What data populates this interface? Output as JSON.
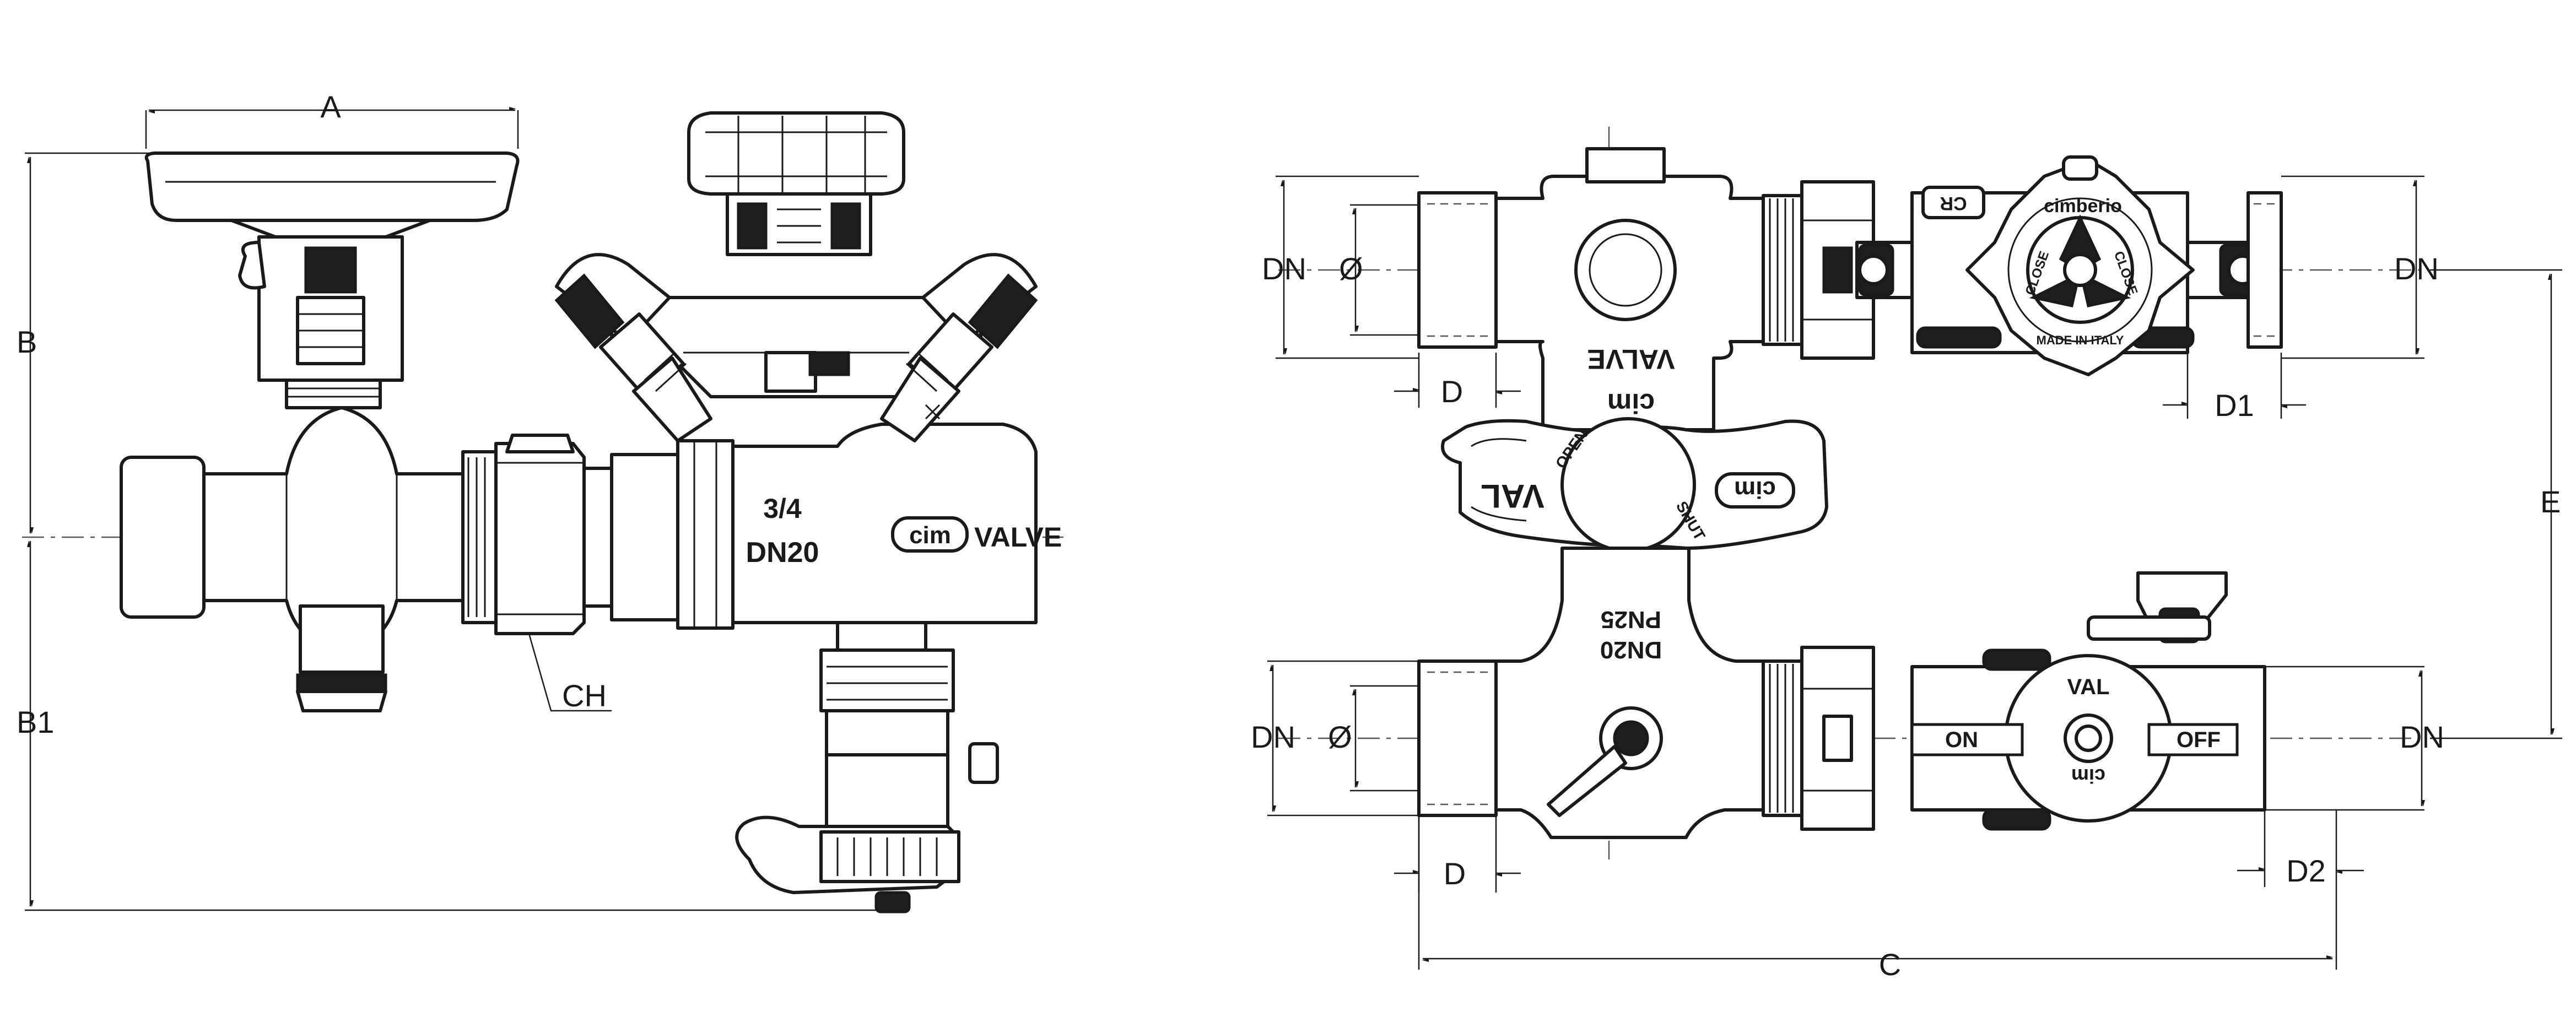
{
  "dimensions": {
    "A": "A",
    "B": "B",
    "B1": "B1",
    "CH": "CH",
    "C": "C",
    "E": "E",
    "DN": "DN",
    "O": "Ø",
    "D": "D",
    "D1": "D1",
    "D2": "D2"
  },
  "markings": {
    "size_inch": "3/4",
    "size_dn": "DN20",
    "brand_valve": "VALVE",
    "brand_cim": "cim",
    "handle_val": "VAL",
    "open": "OPEN",
    "shut": "SHUT",
    "dn": "DN20",
    "pn": "PN25",
    "on": "ON",
    "off": "OFF",
    "close": "CLOSE",
    "cimberio": "cimberio",
    "made_in_italy": "MADE IN ITALY",
    "cr": "CR"
  }
}
